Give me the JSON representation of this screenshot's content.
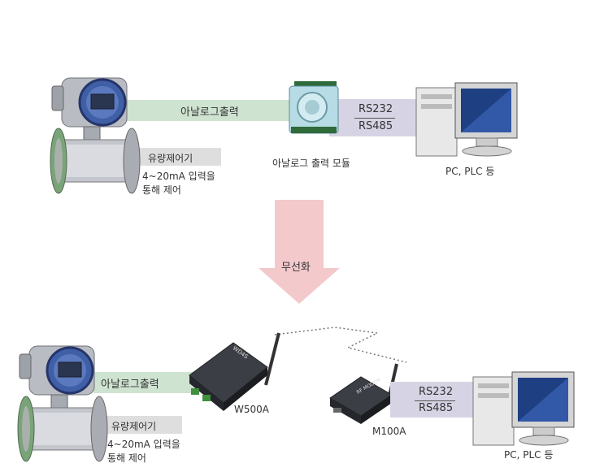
{
  "top": {
    "analog_output_label": "아날로그출력",
    "flow_control_label": "유량제어기",
    "flow_control_desc_line1": "4~20mA 입력을",
    "flow_control_desc_line2": "통해 제어",
    "module_caption": "아날로그 출력 모듈",
    "rs232": "RS232",
    "rs485": "RS485",
    "pc_caption": "PC, PLC 등"
  },
  "arrow": {
    "label": "무선화"
  },
  "bottom": {
    "analog_output_label": "아날로그출력",
    "flow_control_label": "유량제어기",
    "flow_control_desc_line1": "4~20mA 입력을",
    "flow_control_desc_line2": "통해 제어",
    "w500a_caption": "W500A",
    "w500a_print": "WD4S",
    "m100a_caption": "M100A",
    "m100a_print": "RF MODEM",
    "rs232": "RS232",
    "rs485": "RS485",
    "pc_caption": "PC, PLC 등"
  },
  "colors": {
    "green_band": "#cfe3d1",
    "lavender_band": "#d6d4e4",
    "gray_band": "#dedede",
    "arrow_fill": "#f3c9cc"
  }
}
